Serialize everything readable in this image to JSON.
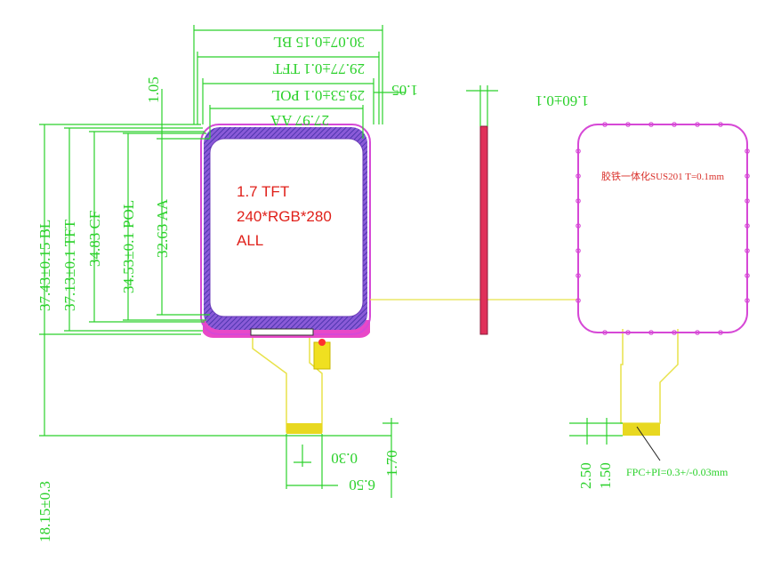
{
  "display_label": {
    "line1": "1.7 TFT",
    "line2": "240*RGB*280",
    "line3": "ALL"
  },
  "dimensions": {
    "bl_width": "30.07±0.15 BL",
    "tft_width": "29.77±0.1 TFT",
    "pol_width": "29.53±0.1 POL",
    "aa_width": "27.97 AA",
    "offset_left": "1.05",
    "offset_right": "1.05",
    "bl_height": "37.43±0.15 BL",
    "tft_height": "37.13±0.1 TFT",
    "cf_height": "34.83 CF",
    "pol_height": "34.53±0.1 POL",
    "aa_height": "32.63 AA",
    "total_height": "18.15±0.3",
    "fpc_pitch": "0.30",
    "fpc_width": "6.50",
    "fpc_tail": "1.70",
    "thickness": "1.60±0.1",
    "back_dim_a": "2.50",
    "back_dim_b": "1.50"
  },
  "notes": {
    "back_material": "胶铁一体化SUS201 T=0.1mm",
    "fpc_spec": "FPC+PI=0.3+/-0.03mm"
  },
  "colors": {
    "dimension": "#2bd12b",
    "outline": "#d648d6",
    "fpc": "#e8e24a",
    "label": "#e0201a",
    "side": "#e0305a"
  }
}
